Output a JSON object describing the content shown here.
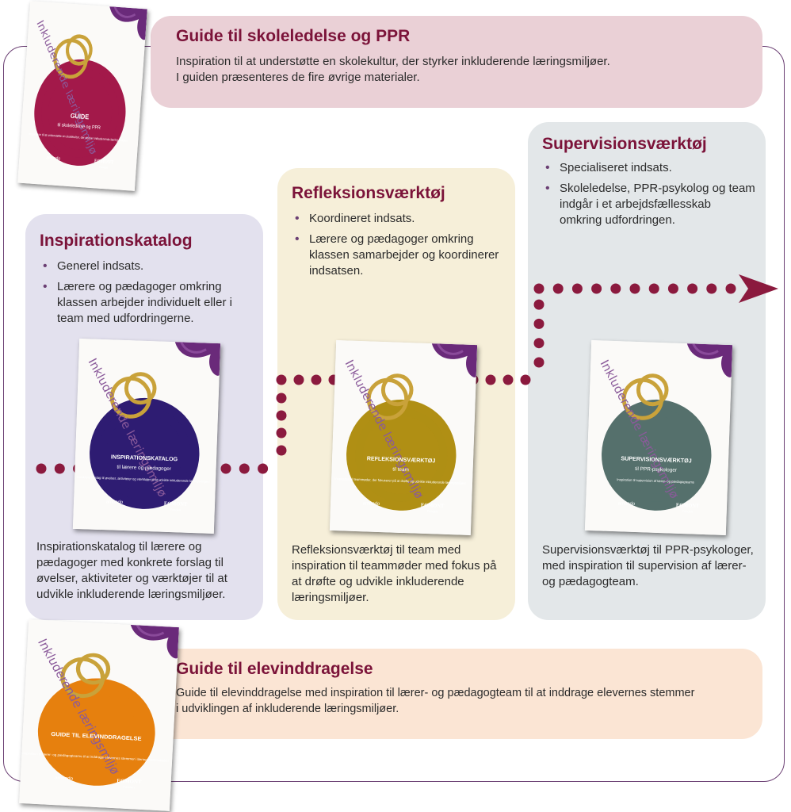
{
  "guide": {
    "title": "Guide til skoleledelse og PPR",
    "desc_lines": [
      "Inspiration til at understøtte en skolekultur, der styrker inkluderende læringsmiljøer.",
      "I guiden præsenteres de fire øvrige materialer."
    ]
  },
  "inspiration": {
    "title": "Inspirationskatalog",
    "bullets": [
      "Generel indsats.",
      "Lærere og pædagoger omkring klassen arbejder individuelt eller i team med udfordringerne."
    ],
    "desc": "Inspirationskatalog til lærere og pædagoger med konkrete forslag til øvelser, aktiviteter og værktøjer til at udvikle inkluderende læringsmiljøer."
  },
  "reflection": {
    "title": "Refleksionsværktøj",
    "bullets": [
      "Koordineret indsats.",
      "Lærere og pædagoger omkring klassen samarbejder og koordinerer indsatsen."
    ],
    "desc": "Refleksionsværktøj til team med inspiration til teammøder med fokus på at drøfte og udvikle inkluderende læringsmiljøer."
  },
  "supervision": {
    "title": "Supervisionsværktøj",
    "bullets": [
      "Specialiseret indsats.",
      "Skoleledelse, PPR-psykolog og team indgår i et arbejdsfællesskab omkring udfordringen."
    ],
    "desc": "Supervisionsværktøj til PPR-psykologer, med inspiration til supervision af lærer- og pædagogteam."
  },
  "elevinddragelse": {
    "title": "Guide til elevinddragelse",
    "desc_lines": [
      "Guide til elevinddragelse med inspiration til lærer- og pædagogteam til at inddrage elevernes stemmer",
      "i udviklingen af inkluderende læringsmiljøer."
    ]
  },
  "covers": {
    "series_text": "Inkluderende læringsmiljø",
    "publisher": "EGMONT",
    "publisher_sub": "Fonden",
    "partner": "amondo",
    "guide": {
      "color": "#a3194a",
      "title": "GUIDE",
      "subtitle": "til skoleledelse og PPR",
      "tagline": "Inspiration til at understøtte en skolekultur, der styrker inkluderende læringsmiljøer"
    },
    "inspiration": {
      "color": "#2e1c72",
      "title": "INSPIRATIONSKATALOG",
      "subtitle": "til lærere og pædagoger",
      "tagline": "Konkrete forslag til øvelser, aktiviteter og værktøjer til at udvikle inkluderende læringsmiljøer"
    },
    "reflection": {
      "color": "#b08f14",
      "title": "REFLEKSIONSVÆRKTØJ",
      "subtitle": "til team",
      "tagline": "Inspiration til teammøder, der fokuserer på at drøfte og udvikle inkluderende læringsmiljøer"
    },
    "supervision": {
      "color": "#55706c",
      "title": "SUPERVISIONSVÆRKTØJ",
      "subtitle": "til PPR-psykologer",
      "tagline": "Inspiration til supervision af lærer- og pædagogteams"
    },
    "elevinddragelse": {
      "color": "#e6800e",
      "title": "GUIDE TIL ELEVINDDRAGELSE",
      "subtitle": "",
      "tagline": "Inspiration til lærer- og pædagogteams til at inddrage elevernes stemmer i læringsfællesskaber"
    }
  },
  "colors": {
    "accent": "#7b1339",
    "dots": "#8b1a3e",
    "frame": "#6b3f73",
    "guide_box": "#ead0d6",
    "inspiration_box": "#e3e1ee",
    "reflection_box": "#f6efd9",
    "supervision_box": "#e3e7e9",
    "elevinddragelse_box": "#fbe5d4"
  }
}
